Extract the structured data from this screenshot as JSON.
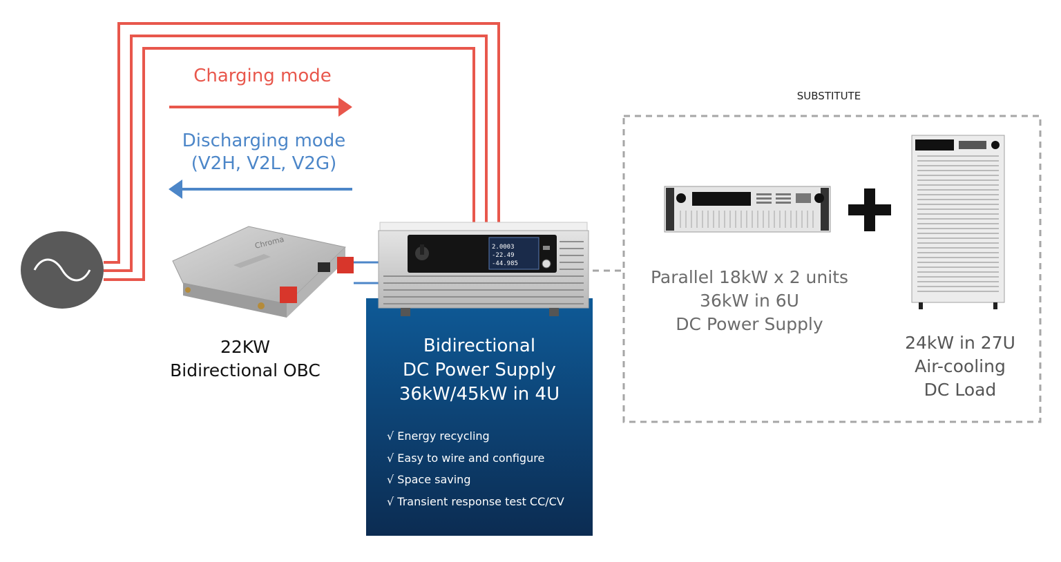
{
  "diagram": {
    "charging_mode": "Charging mode",
    "discharging_mode_line1": "Discharging mode",
    "discharging_mode_line2": "(V2H, V2L, V2G)",
    "substitute": "SUBSTITUTE",
    "obc": {
      "line1": "22KW",
      "line2": "Bidirectional OBC",
      "logo_text": "Chroma"
    },
    "bidirectional_supply": {
      "line1": "Bidirectional",
      "line2": "DC Power Supply",
      "line3": "36kW/45kW in 4U",
      "features": [
        "√ Energy recycling",
        "√ Easy to wire and configure",
        "√ Space saving",
        "√ Transient response test CC/CV"
      ],
      "screen_values": [
        "2.0003",
        "-22.49",
        "-44.985"
      ]
    },
    "parallel_supply": {
      "line1": "Parallel 18kW x 2 units",
      "line2": "36kW in 6U",
      "line3": "DC Power Supply"
    },
    "dc_load": {
      "line1": "24kW in 27U",
      "line2": "Air-cooling",
      "line3": "DC Load"
    },
    "colors": {
      "charging": "#e8574c",
      "discharging": "#4c86c8",
      "panel_top": "#0e5a97",
      "panel_bottom": "#0c2c52",
      "ac_source": "#595959",
      "dashed": "#a6a6a6"
    },
    "icons": [
      "ac-source-icon",
      "plus-icon"
    ]
  }
}
